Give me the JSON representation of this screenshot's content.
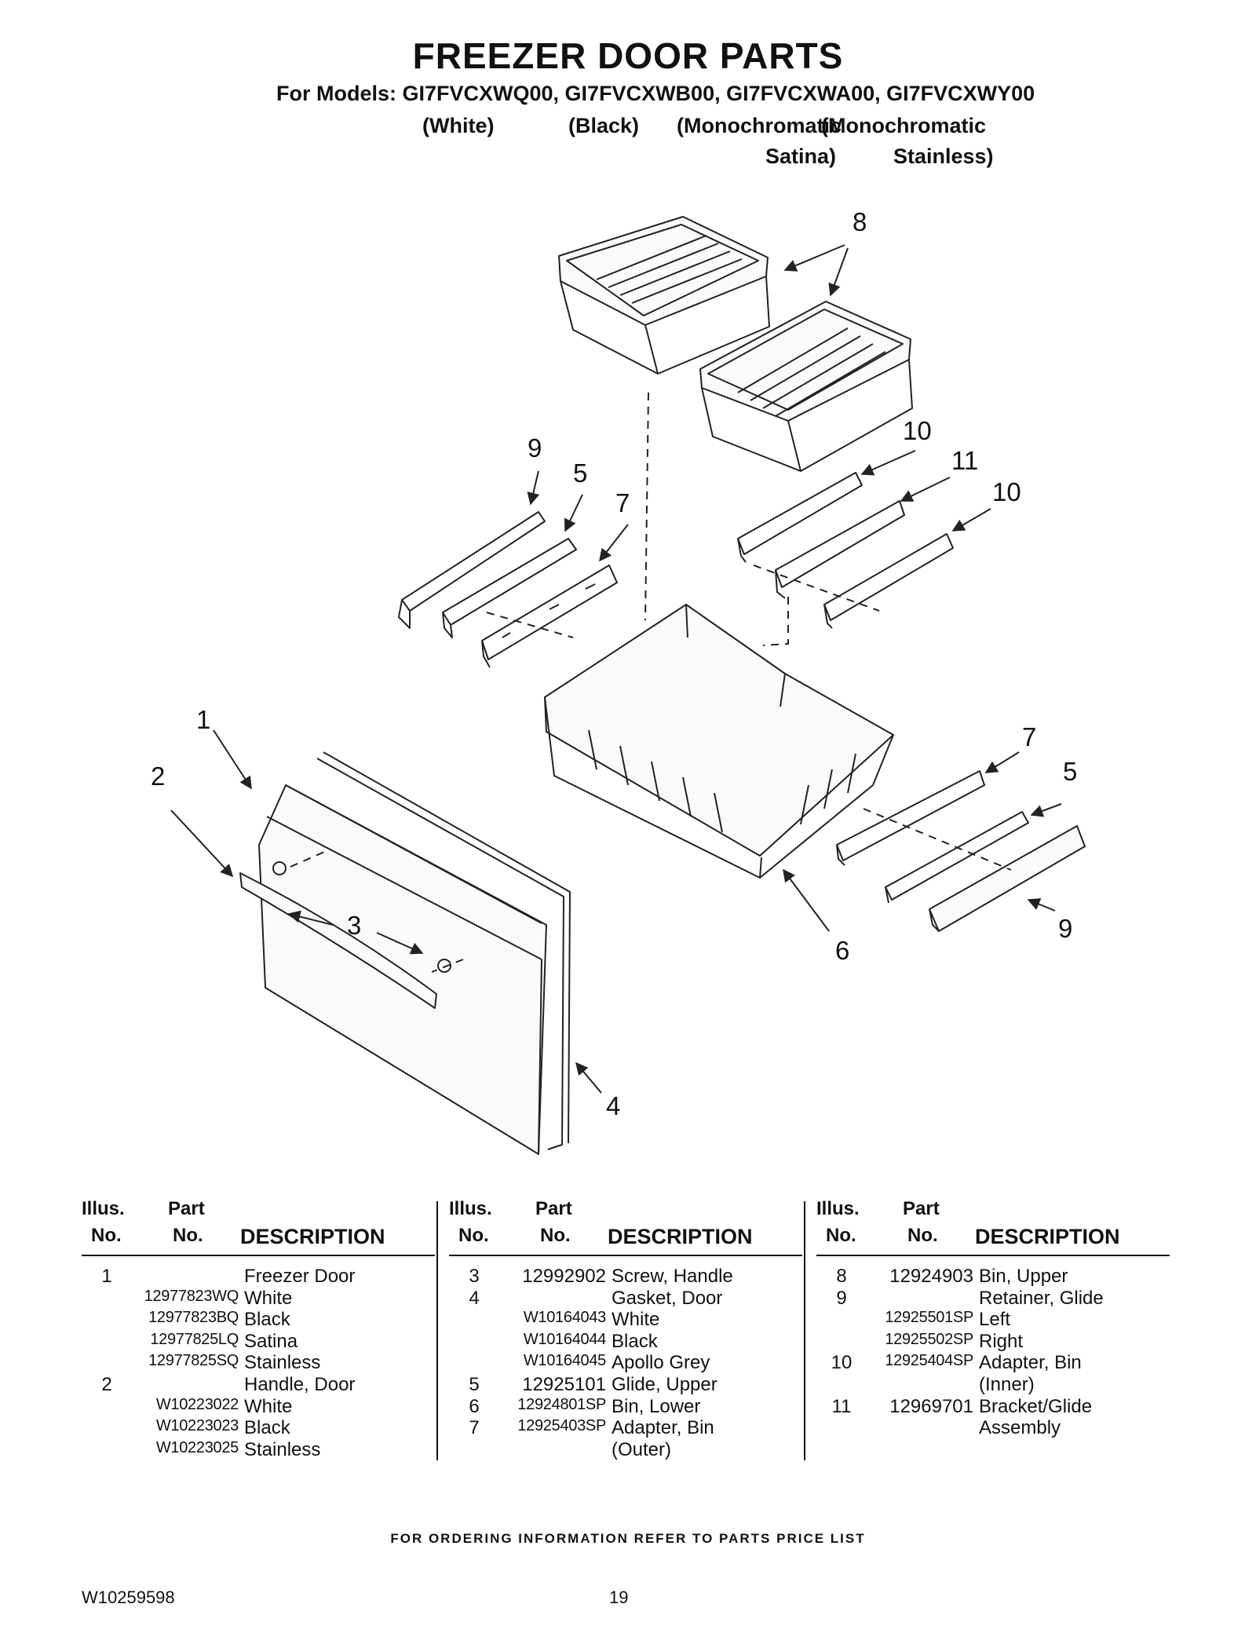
{
  "header": {
    "title": "FREEZER DOOR PARTS",
    "models_line": "For Models: GI7FVCXWQ00, GI7FVCXWB00, GI7FVCXWA00, GI7FVCXWY00",
    "variant_white": "(White)",
    "variant_black": "(Black)",
    "variant_mono1_a": "(Monochromatic",
    "variant_mono2_a": "(Monochromatic",
    "variant_mono1_b": "Satina)",
    "variant_mono2_b": "Stainless)"
  },
  "callouts": {
    "c1": "1",
    "c2": "2",
    "c3": "3",
    "c4": "4",
    "c5a": "5",
    "c5b": "5",
    "c6": "6",
    "c7a": "7",
    "c7b": "7",
    "c8": "8",
    "c9a": "9",
    "c9b": "9",
    "c10a": "10",
    "c10b": "10",
    "c11": "11"
  },
  "table_headers": {
    "illus_1": "Illus.",
    "illus_2": "No.",
    "part_1": "Part",
    "part_2": "No.",
    "description": "DESCRIPTION"
  },
  "parts_tables": [
    [
      {
        "illus": "1",
        "part": "",
        "desc": "Freezer Door"
      },
      {
        "illus": "",
        "part": "12977823WQ",
        "desc": "White"
      },
      {
        "illus": "",
        "part": "12977823BQ",
        "desc": "Black"
      },
      {
        "illus": "",
        "part": "12977825LQ",
        "desc": "Satina"
      },
      {
        "illus": "",
        "part": "12977825SQ",
        "desc": "Stainless"
      },
      {
        "illus": "2",
        "part": "",
        "desc": "Handle, Door"
      },
      {
        "illus": "",
        "part": "W10223022",
        "desc": "White"
      },
      {
        "illus": "",
        "part": "W10223023",
        "desc": "Black"
      },
      {
        "illus": "",
        "part": "W10223025",
        "desc": "Stainless"
      }
    ],
    [
      {
        "illus": "3",
        "part": "12992902",
        "desc": "Screw, Handle"
      },
      {
        "illus": "4",
        "part": "",
        "desc": "Gasket, Door"
      },
      {
        "illus": "",
        "part": "W10164043",
        "desc": "White"
      },
      {
        "illus": "",
        "part": "W10164044",
        "desc": "Black"
      },
      {
        "illus": "",
        "part": "W10164045",
        "desc": "Apollo Grey"
      },
      {
        "illus": "5",
        "part": "12925101",
        "desc": "Glide, Upper"
      },
      {
        "illus": "6",
        "part": "12924801SP",
        "desc": "Bin, Lower"
      },
      {
        "illus": "7",
        "part": "12925403SP",
        "desc": "Adapter, Bin"
      },
      {
        "illus": "",
        "part": "",
        "desc": "(Outer)"
      }
    ],
    [
      {
        "illus": "8",
        "part": "12924903",
        "desc": "Bin, Upper"
      },
      {
        "illus": "9",
        "part": "",
        "desc": "Retainer, Glide"
      },
      {
        "illus": "",
        "part": "12925501SP",
        "desc": "Left"
      },
      {
        "illus": "",
        "part": "12925502SP",
        "desc": "Right"
      },
      {
        "illus": "10",
        "part": "12925404SP",
        "desc": "Adapter, Bin"
      },
      {
        "illus": "",
        "part": "",
        "desc": "(Inner)"
      },
      {
        "illus": "11",
        "part": "12969701",
        "desc": "Bracket/Glide"
      },
      {
        "illus": "",
        "part": "",
        "desc": "Assembly"
      }
    ]
  ],
  "footer": {
    "ordering_note": "FOR ORDERING INFORMATION REFER TO PARTS PRICE LIST",
    "doc_number": "W10259598",
    "page_number": "19"
  }
}
